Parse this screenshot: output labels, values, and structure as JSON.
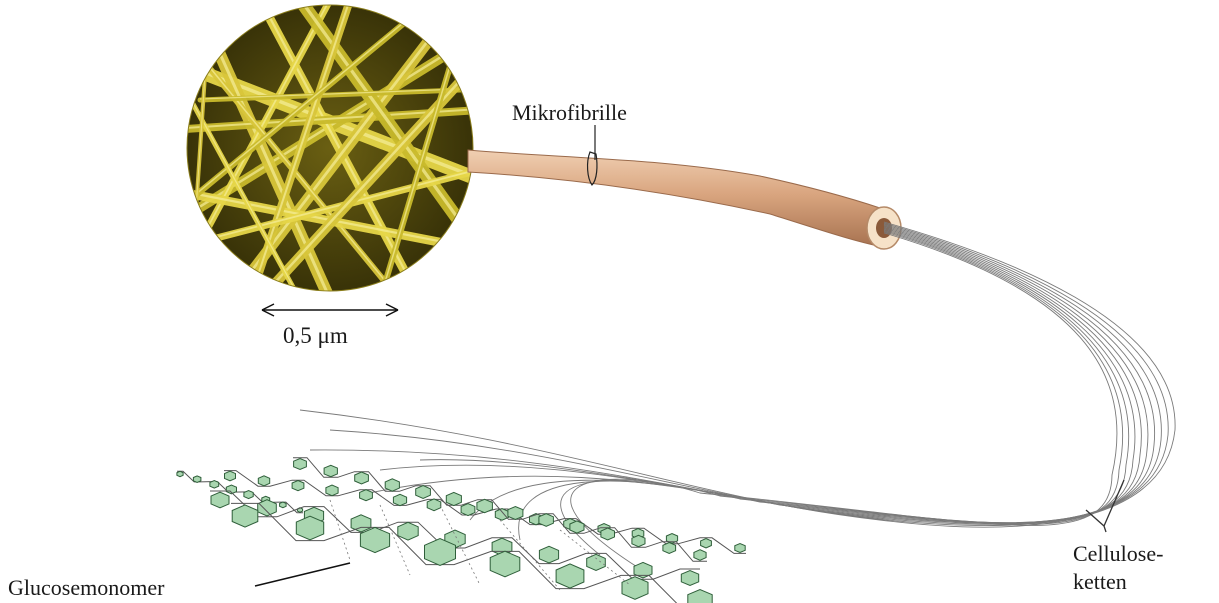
{
  "labels": {
    "mikrofibrille": "Mikrofibrille",
    "scale_bar": "0,5 μm",
    "glucosemonomer": "Glucosemonomer",
    "cellulose_line1": "Cellulose-",
    "cellulose_line2": "ketten"
  },
  "colors": {
    "micrograph": "#c8b828",
    "microfibril": "#d4a07a",
    "monomer_fill": "#a9d6b0",
    "chain_line": "#7a7a7a",
    "label_text": "#1a1a1a"
  }
}
